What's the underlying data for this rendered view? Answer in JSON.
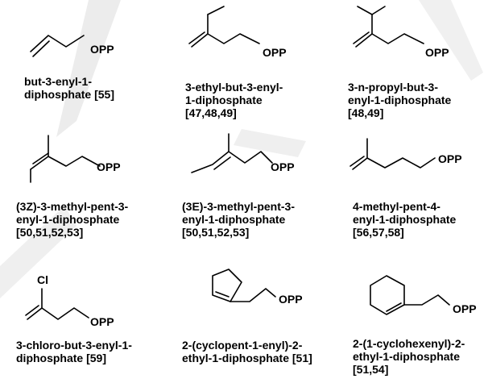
{
  "compounds": [
    {
      "atoms": [
        "OPP"
      ],
      "label": [
        "but-3-enyl-1-",
        "diphosphate [55]"
      ]
    },
    {
      "atoms": [
        "OPP"
      ],
      "label": [
        "3-ethyl-but-3-enyl-",
        "1-diphosphate",
        "[47,48,49]"
      ]
    },
    {
      "atoms": [
        "OPP"
      ],
      "label": [
        "3-n-propyl-but-3-",
        "enyl-1-diphosphate",
        "[48,49]"
      ]
    },
    {
      "atoms": [
        "OPP"
      ],
      "label": [
        "(3Z)-3-methyl-pent-3-",
        "enyl-1-diphosphate",
        "[50,51,52,53]"
      ]
    },
    {
      "atoms": [
        "OPP"
      ],
      "label": [
        "(3E)-3-methyl-pent-3-",
        "enyl-1-diphosphate",
        "[50,51,52,53]"
      ]
    },
    {
      "atoms": [
        "OPP"
      ],
      "label": [
        "4-methyl-pent-4-",
        "enyl-1-diphosphate",
        "[56,57,58]"
      ]
    },
    {
      "atoms": [
        "Cl",
        "OPP"
      ],
      "label": [
        "3-chloro-but-3-enyl-1-",
        "diphosphate [59]"
      ]
    },
    {
      "atoms": [
        "OPP"
      ],
      "label": [
        "2-(cyclopent-1-enyl)-2-",
        "ethyl-1-diphosphate [51]"
      ]
    },
    {
      "atoms": [
        "OPP"
      ],
      "label": [
        "2-(1-cyclohexenyl)-2-",
        "ethyl-1-diphosphate",
        "[51,54]"
      ]
    }
  ],
  "colors": {
    "ink": "#000000",
    "watermark": "#e4e4e4"
  }
}
